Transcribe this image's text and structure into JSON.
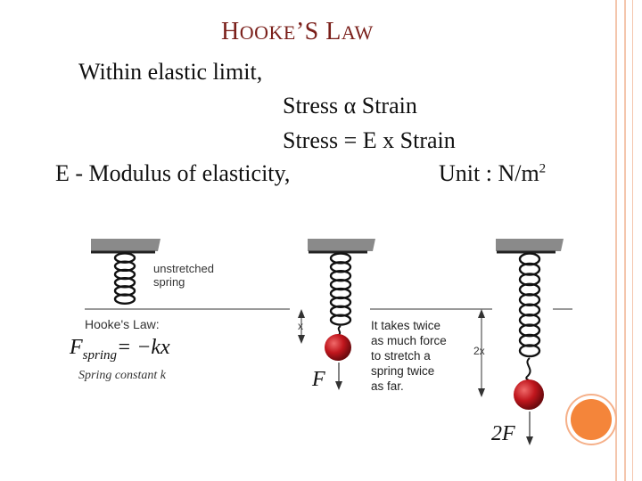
{
  "slide": {
    "title_part1_big": "H",
    "title_part1_small": "OOKE",
    "title_part2": "’S ",
    "title_part3_big": "L",
    "title_part3_small": "AW",
    "lines": [
      "Within elastic limit,",
      "Stress α Strain",
      "Stress = E x Strain",
      "E  - Modulus of elasticity,",
      "Unit : N/m",
      "2"
    ]
  },
  "diagram": {
    "label_unstretched_1": "unstretched",
    "label_unstretched_2": "spring",
    "law_heading": "Hooke's Law:",
    "formula_F": "F",
    "formula_sub": "spring",
    "formula_rest": "= −kx",
    "constant_label": "Spring constant k",
    "label_x": "x",
    "label_F": "F",
    "label_2x": "2x",
    "label_2F": "2F",
    "explain": [
      "It takes twice",
      "as much force",
      "to stretch a",
      "spring twice",
      "as far."
    ]
  },
  "colors": {
    "title": "#7a1f1a",
    "ball": "#c0161d",
    "accent_dot": "#f4853a",
    "frame": "#f4c6ad"
  }
}
